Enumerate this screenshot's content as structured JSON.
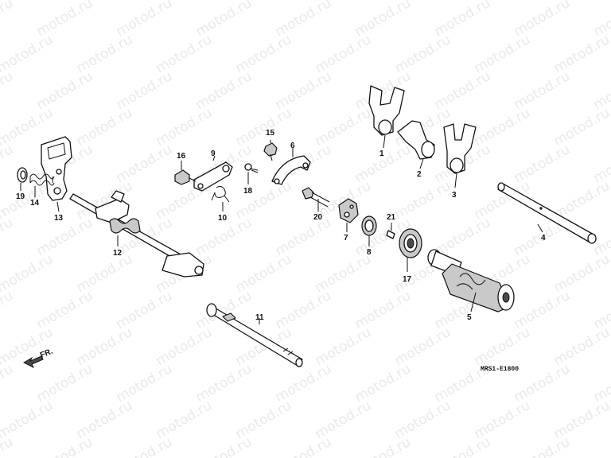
{
  "watermark": {
    "text": "motod.ru",
    "color": "#e9e9e9"
  },
  "direction_marker": {
    "label": "FR."
  },
  "diagram_code": "MRS1-E1800",
  "parts": [
    {
      "ref": "1"
    },
    {
      "ref": "2"
    },
    {
      "ref": "3"
    },
    {
      "ref": "4"
    },
    {
      "ref": "5"
    },
    {
      "ref": "6"
    },
    {
      "ref": "7"
    },
    {
      "ref": "8"
    },
    {
      "ref": "9"
    },
    {
      "ref": "10"
    },
    {
      "ref": "11"
    },
    {
      "ref": "12"
    },
    {
      "ref": "13"
    },
    {
      "ref": "14"
    },
    {
      "ref": "15"
    },
    {
      "ref": "16"
    },
    {
      "ref": "17"
    },
    {
      "ref": "18"
    },
    {
      "ref": "19"
    },
    {
      "ref": "20"
    },
    {
      "ref": "21"
    }
  ]
}
